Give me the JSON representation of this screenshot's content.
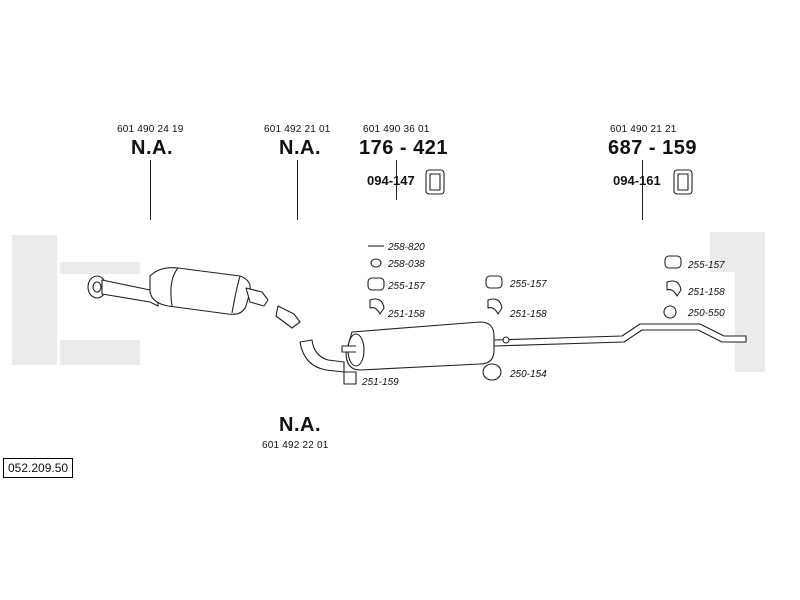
{
  "diagram_ref": "052.209.50",
  "watermark_color": "#ebebeb",
  "callouts": [
    {
      "id": "front",
      "oe": "601 490 24 19",
      "code": "N.A."
    },
    {
      "id": "center",
      "oe": "601 492 21 01",
      "code": "N.A."
    },
    {
      "id": "middle",
      "oe": "601 490 36 01",
      "code": "176 - 421",
      "sub": "094-147"
    },
    {
      "id": "rear",
      "oe": "601 490 21 21",
      "code": "687 - 159",
      "sub": "094-161"
    },
    {
      "id": "bend",
      "oe": "601 492 22 01",
      "code": "N.A."
    }
  ],
  "parts": {
    "p258_820": "258-820",
    "p258_038": "258-038",
    "p255_157_a": "255-157",
    "p251_158_a": "251-158",
    "p251_159": "251-159",
    "p255_157_b": "255-157",
    "p251_158_b": "251-158",
    "p250_154": "250-154",
    "p255_157_c": "255-157",
    "p251_158_c": "251-158",
    "p250_550": "250-550"
  }
}
